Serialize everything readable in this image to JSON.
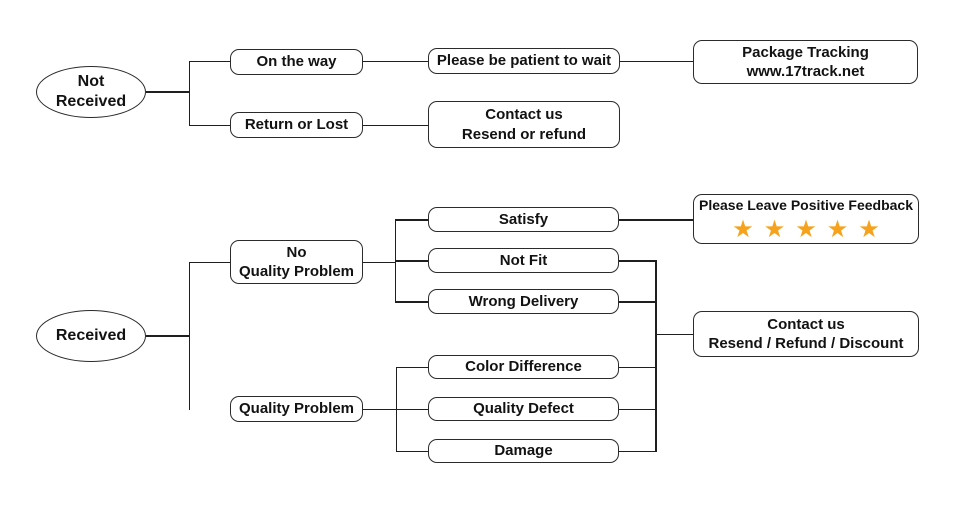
{
  "colors": {
    "background": "#ffffff",
    "line": "#1f1f1f",
    "border": "#2b2b2b",
    "text": "#121212",
    "star": "#F6A21C"
  },
  "nodes": {
    "not_received": {
      "lines": [
        "Not",
        "Received"
      ]
    },
    "on_the_way": {
      "label": "On the way"
    },
    "please_be_patient": {
      "label": "Please be patient to wait"
    },
    "package_tracking": {
      "lines": [
        "Package Tracking",
        "www.17track.net"
      ]
    },
    "return_or_lost": {
      "label": "Return or Lost"
    },
    "contact_us_not_received": {
      "lines": [
        "Contact us",
        "Resend or refund"
      ]
    },
    "received": {
      "label": "Received"
    },
    "no_quality_problem": {
      "lines": [
        "No",
        "Quality Problem"
      ]
    },
    "satisfy": {
      "label": "Satisfy"
    },
    "not_fit": {
      "label": "Not Fit"
    },
    "wrong_delivery": {
      "label": "Wrong Delivery"
    },
    "positive_feedback": {
      "label": "Please Leave Positive Feedback",
      "star_glyph": "★",
      "star_count": 5
    },
    "quality_problem": {
      "label": "Quality Problem"
    },
    "color_difference": {
      "label": "Color Difference"
    },
    "quality_defect": {
      "label": "Quality Defect"
    },
    "damage": {
      "label": "Damage"
    },
    "contact_us_received": {
      "lines": [
        "Contact us",
        "Resend / Refund / Discount"
      ]
    }
  },
  "edges": [
    [
      "not_received",
      "on_the_way"
    ],
    [
      "not_received",
      "return_or_lost"
    ],
    [
      "on_the_way",
      "please_be_patient"
    ],
    [
      "please_be_patient",
      "package_tracking"
    ],
    [
      "return_or_lost",
      "contact_us_not_received"
    ],
    [
      "received",
      "no_quality_problem"
    ],
    [
      "received",
      "quality_problem"
    ],
    [
      "no_quality_problem",
      "satisfy"
    ],
    [
      "no_quality_problem",
      "not_fit"
    ],
    [
      "no_quality_problem",
      "wrong_delivery"
    ],
    [
      "satisfy",
      "positive_feedback"
    ],
    [
      "quality_problem",
      "color_difference"
    ],
    [
      "quality_problem",
      "quality_defect"
    ],
    [
      "quality_problem",
      "damage"
    ],
    [
      "not_fit",
      "contact_us_received"
    ],
    [
      "wrong_delivery",
      "contact_us_received"
    ],
    [
      "color_difference",
      "contact_us_received"
    ],
    [
      "quality_defect",
      "contact_us_received"
    ],
    [
      "damage",
      "contact_us_received"
    ]
  ]
}
